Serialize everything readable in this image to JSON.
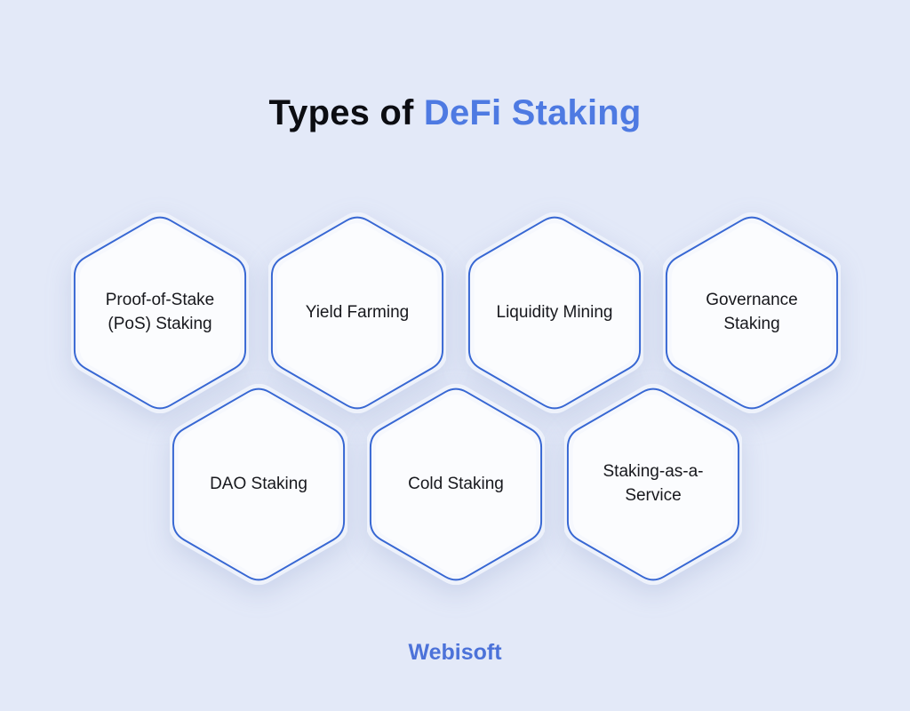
{
  "title": {
    "prefix": "Types of ",
    "highlight": "DeFi Staking"
  },
  "hexagons": [
    {
      "label": "Proof-of-Stake (PoS) Staking"
    },
    {
      "label": "Yield Farming"
    },
    {
      "label": "Liquidity Mining"
    },
    {
      "label": "Governance Staking"
    },
    {
      "label": "DAO Staking"
    },
    {
      "label": "Cold Staking"
    },
    {
      "label": "Staking-as-a-Service"
    }
  ],
  "footer": {
    "brand": "Webisoft"
  },
  "colors": {
    "background": "#e3e9f8",
    "hexagon_fill": "#f6f8fd",
    "hexagon_halo": "#eef2fb",
    "hexagon_border": "#3767d3",
    "title_text": "#0c0d12",
    "title_accent": "#4e7ae2",
    "label_text": "#17181d",
    "brand_text": "#4c72d9"
  }
}
